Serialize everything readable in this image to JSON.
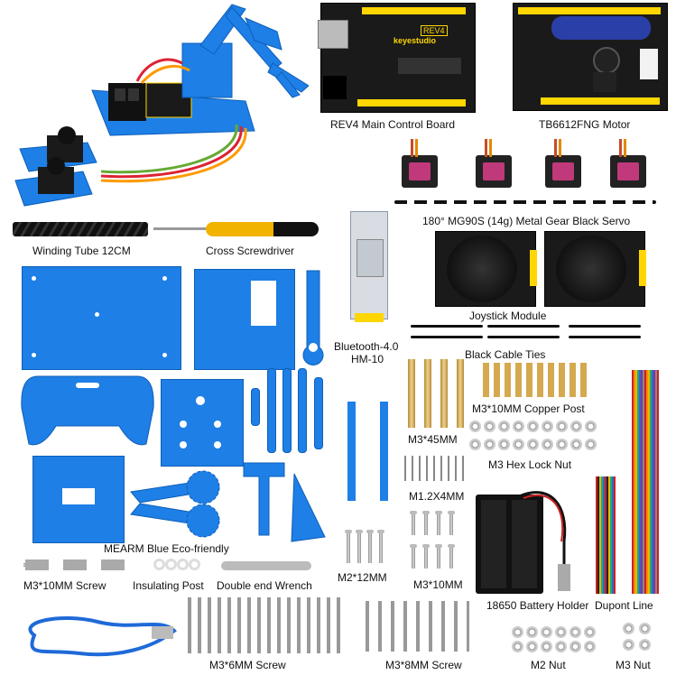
{
  "labels": {
    "main_board": "REV4  Main Control Board",
    "motor_board": "TB6612FNG Motor",
    "servo": "180°  MG90S (14g) Metal Gear Black Servo",
    "winding_tube": "Winding Tube 12CM",
    "screwdriver": "Cross Screwdriver",
    "joystick": "Joystick Module",
    "bluetooth_line1": "Bluetooth-4.0",
    "bluetooth_line2": "HM-10",
    "cable_ties": "Black Cable Ties",
    "copper_post": "M3*10MM Copper Post",
    "m3x45": "M3*45MM",
    "hex_lock_nut": "M3 Hex Lock Nut",
    "m12x4": "M1.2X4MM",
    "mearm": "MEARM  Blue Eco-friendly",
    "m2x12": "M2*12MM",
    "m3x10": "M3*10MM",
    "m3x10_screw": "M3*10MM Screw",
    "insulating_post": "Insulating Post",
    "wrench": "Double end Wrench",
    "battery_holder": "18650  Battery Holder",
    "dupont": "Dupont Line",
    "m3x6_screw": "M3*6MM Screw",
    "m3x8_screw": "M3*8MM  Screw",
    "m2_nut": "M2  Nut",
    "m3_nut": "M3  Nut"
  },
  "board_text": {
    "brand": "keyestudio",
    "rev": "REV4"
  },
  "colors": {
    "acrylic_blue": "#1e7fe6",
    "pcb_black": "#1a1a1a",
    "header_yellow": "#ffd600",
    "servo_pink": "#c0397a",
    "brass": "#d4a94f"
  }
}
